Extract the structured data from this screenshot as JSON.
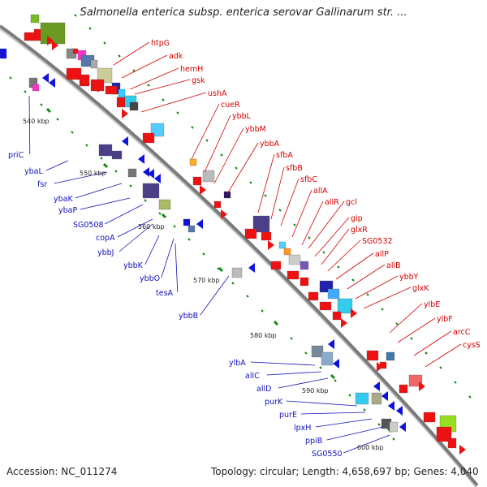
{
  "title": "Salmonella enterica subsp. enterica serovar Gallinarum str. ...",
  "footer": {
    "accession": "Accession: NC_011274",
    "summary": "Topology: circular; Length: 4,658,697 bp; Genes: 4,040"
  },
  "colors": {
    "backbone": "#7a7a7a",
    "tick": "#118811",
    "label_top_strand": "#d40000",
    "label_bottom_strand": "#1111bb",
    "arrow_red": "#ee1111",
    "arrow_blue": "#1111dd"
  },
  "kbp_ticks": [
    "540 kbp",
    "550 kbp",
    "560 kbp",
    "570 kbp",
    "580 kbp",
    "590 kbp",
    "600 kbp"
  ],
  "genes_top_strand": [
    "htpG",
    "adk",
    "hemH",
    "gsk",
    "ushA",
    "cueR",
    "ybbL",
    "ybbM",
    "ybbA",
    "sfbA",
    "sfbB",
    "sfbC",
    "allA",
    "allR",
    "gcl",
    "gip",
    "glxR",
    "SG0532",
    "allP",
    "allB",
    "ybbY",
    "glxK",
    "ylbE",
    "ylbF",
    "arcC",
    "cysS"
  ],
  "genes_bottom_strand": [
    "priC",
    "ybaL",
    "fsr",
    "ybaK",
    "ybaP",
    "SG0508",
    "copA",
    "ybbJ",
    "ybbK",
    "ybbO",
    "tesA",
    "ybbB",
    "ylbA",
    "allC",
    "allD",
    "purK",
    "purE",
    "lpxH",
    "ppiB",
    "SG0550"
  ]
}
